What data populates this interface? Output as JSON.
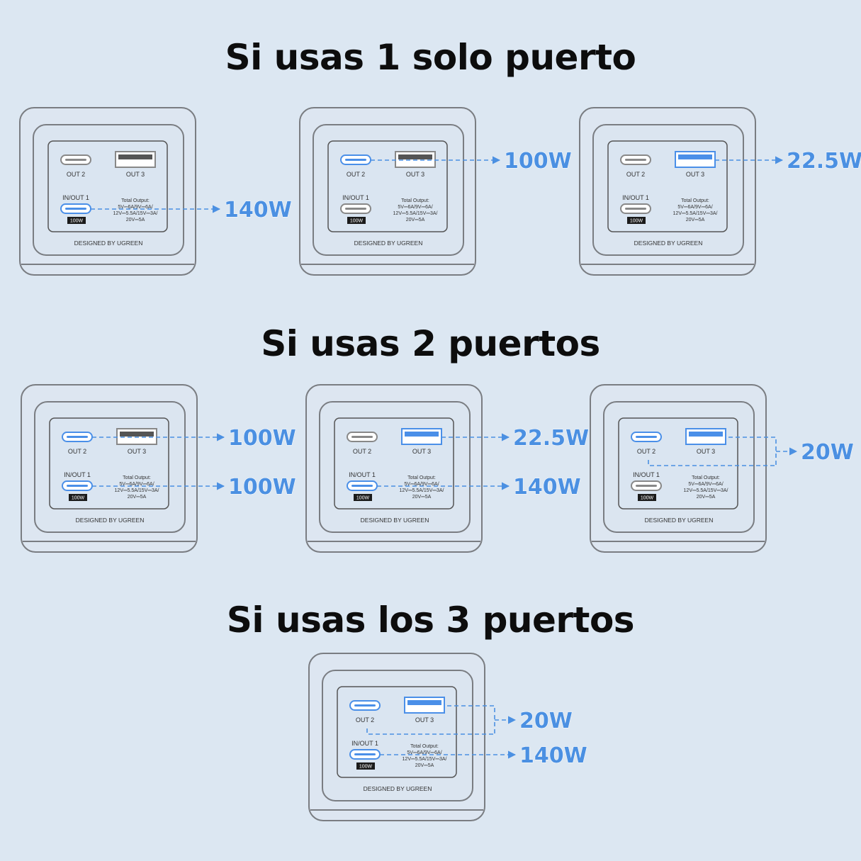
{
  "headings": {
    "single": "Si usas 1 solo puerto",
    "double": "Si usas 2 puertos",
    "triple": "Si usas los 3 puertos"
  },
  "colors": {
    "background": "#dce7f2",
    "active_port": "#4a8fe8",
    "inactive_port": "#888888",
    "outline": "#7a7d82",
    "arrow": "#4b90e2"
  },
  "device": {
    "port_out2": "OUT 2",
    "port_out3": "OUT 3",
    "port_inout1": "IN/OUT 1",
    "badge": "100W",
    "spec_lines": [
      "Total Output:",
      "5V⎓6A/9V⎓6A/",
      "12V⎓5.5A/15V⎓3A/",
      "20V⎓5A"
    ],
    "brand": "DESIGNED BY UGREEN"
  },
  "scenarios": [
    {
      "group": "single",
      "active_ports": [
        "IN/OUT 1"
      ],
      "outputs": [
        {
          "ports": [
            "IN/OUT 1"
          ],
          "label": "140W"
        }
      ]
    },
    {
      "group": "single",
      "active_ports": [
        "OUT 2"
      ],
      "outputs": [
        {
          "ports": [
            "OUT 2"
          ],
          "label": "100W"
        }
      ]
    },
    {
      "group": "single",
      "active_ports": [
        "OUT 3"
      ],
      "outputs": [
        {
          "ports": [
            "OUT 3"
          ],
          "label": "22.5W"
        }
      ]
    },
    {
      "group": "double",
      "active_ports": [
        "OUT 2",
        "IN/OUT 1"
      ],
      "outputs": [
        {
          "ports": [
            "OUT 2"
          ],
          "label": "100W"
        },
        {
          "ports": [
            "IN/OUT 1"
          ],
          "label": "100W"
        }
      ]
    },
    {
      "group": "double",
      "active_ports": [
        "OUT 3",
        "IN/OUT 1"
      ],
      "outputs": [
        {
          "ports": [
            "OUT 3"
          ],
          "label": "22.5W"
        },
        {
          "ports": [
            "IN/OUT 1"
          ],
          "label": "140W"
        }
      ]
    },
    {
      "group": "double",
      "active_ports": [
        "OUT 2",
        "OUT 3"
      ],
      "outputs": [
        {
          "ports": [
            "OUT 2",
            "OUT 3"
          ],
          "label": "20W"
        }
      ]
    },
    {
      "group": "triple",
      "active_ports": [
        "OUT 2",
        "OUT 3",
        "IN/OUT 1"
      ],
      "outputs": [
        {
          "ports": [
            "OUT 2",
            "OUT 3"
          ],
          "label": "20W"
        },
        {
          "ports": [
            "IN/OUT 1"
          ],
          "label": "140W"
        }
      ]
    }
  ]
}
